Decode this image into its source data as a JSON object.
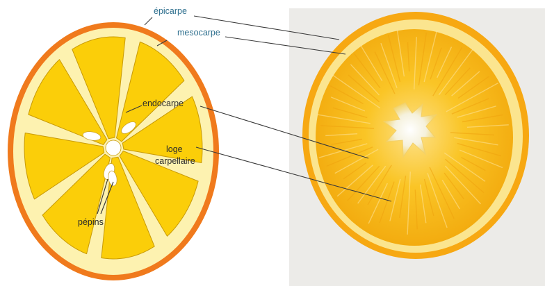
{
  "diagram": {
    "labels": {
      "epicarpe": "épicarpe",
      "mesocarpe": "mesocarpe",
      "endocarpe": "endocarpe",
      "loge_line1": "loge",
      "loge_line2": "carpellaire",
      "pepins": "pépins"
    },
    "segment_count": 8,
    "seed_count": 4
  },
  "colors": {
    "epicarp": "#f07a1c",
    "mesocarp": "#fdf2b0",
    "segment": "#fbce09",
    "segment_edge": "#c89a06",
    "label_blue": "#2e6f8e",
    "label_dark": "#2b2b2b",
    "photo_background": "#ecebe8",
    "photo_rind": "#f7a812",
    "photo_flesh": "#f8c21a",
    "photo_pith": "#fbf4da"
  }
}
